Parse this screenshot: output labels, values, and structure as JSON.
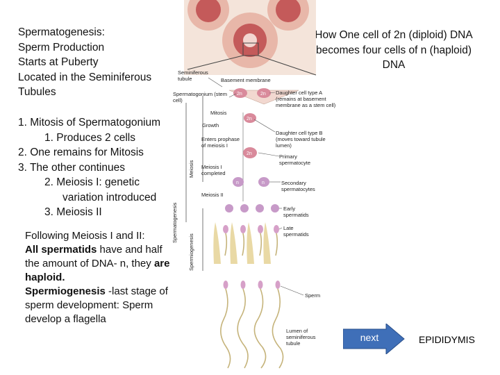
{
  "title_lines": [
    "Spermatogenesis:",
    " Sperm Production",
    " Starts at Puberty",
    "Located in the Seminiferous",
    "Tubules"
  ],
  "right_title": "How One cell of 2n (diploid) DNA becomes  four cells of n (haploid) DNA",
  "steps": [
    "1.  Mitosis of Spermatogonium",
    "1.  Produces 2 cells",
    "2.  One remains for Mitosis",
    "3.  The other continues",
    "2.  Meiosis I: genetic",
    "variation introduced",
    "3.  Meiosis II"
  ],
  "following": {
    "line1": "Following Meiosis I and II:",
    "bold1": "All spermatids",
    "text1": " have and half the amount of DNA- n, they ",
    "bold2": "are haploid.",
    "bold3": "Spermiogenesis",
    "text2": " -last stage of sperm development: Sperm develop a flagella"
  },
  "diagram_labels": {
    "seminiferous_tubule": "Seminiferous tubule",
    "basement_membrane": "Basement membrane",
    "spermatogonium": "Spermatogonium (stem cell)",
    "daughter_a": "Daughter cell type A (remains at basement membrane as a stem cell)",
    "daughter_b": "Daughter cell type B (moves toward tubule lumen)",
    "mitosis": "Mitosis",
    "growth": "Growth",
    "enters_prophase": "Enters prophase of meiosis I",
    "primary_spermatocyte": "Primary spermatocyte",
    "meiosis_i_completed": "Meiosis I completed",
    "secondary_spermatocytes": "Secondary spermatocytes",
    "meiosis_ii": "Meiosis II",
    "early_spermatids": "Early spermatids",
    "late_spermatids": "Late spermatids",
    "sperm": "Sperm",
    "lumen": "Lumen of seminiferous tubule",
    "meiosis_vertical": "Meiosis",
    "spermatogenesis_vertical": "Spermatogenesis",
    "spermiogenesis_vertical": "Spermiogenesis",
    "cell_2n": "2n",
    "cell_n": "n"
  },
  "next_button": "next",
  "epididymis": "EPIDIDYMIS",
  "colors": {
    "cell_2n": "#d98a9b",
    "cell_n": "#c79ac8",
    "sperm_head": "#d6a0c8",
    "sperm_tail": "#c5b37a",
    "next_arrow": "#3f6fb8",
    "tubule_outer": "#e8b7a9",
    "tubule_inner": "#c45a5a"
  }
}
